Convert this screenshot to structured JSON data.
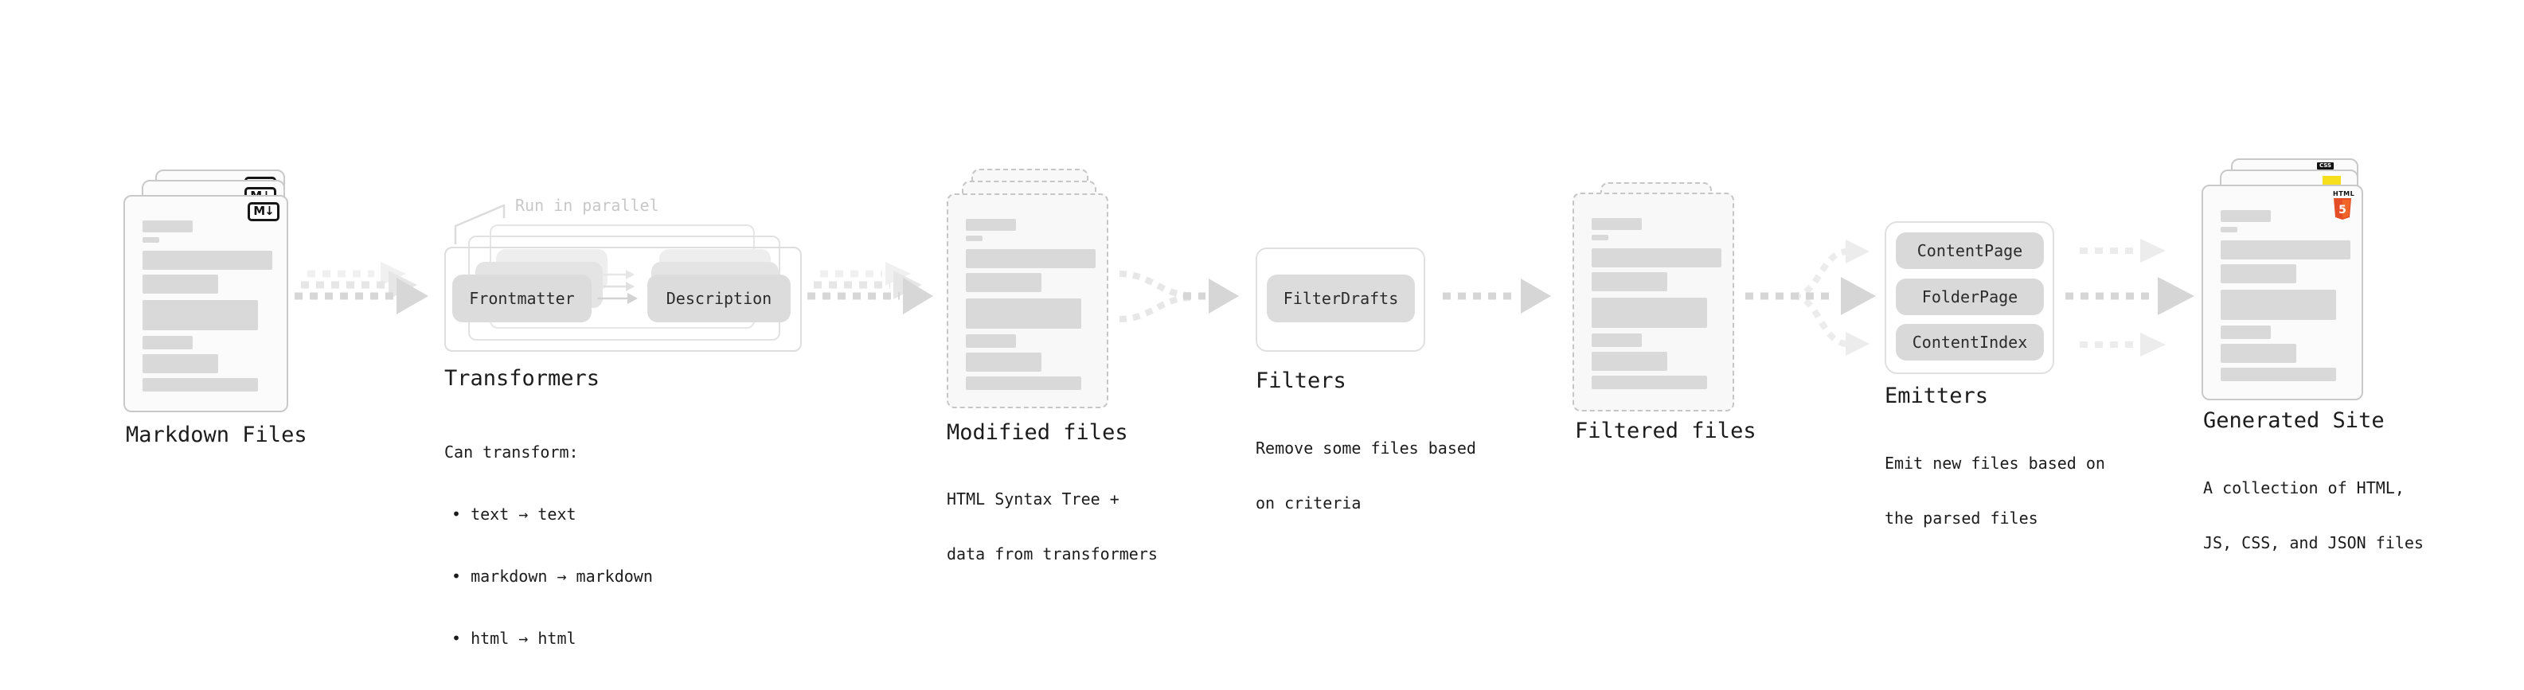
{
  "stages": {
    "markdown_files": {
      "title": "Markdown Files",
      "badge": "M↓"
    },
    "transformers": {
      "title": "Transformers",
      "annotation": "Run in parallel",
      "step1": "Frontmatter",
      "step2": "Description",
      "desc_heading": "Can transform:",
      "bullets": [
        "• text → text",
        "• markdown → markdown",
        "• html → html"
      ]
    },
    "modified_files": {
      "title": "Modified files",
      "desc": [
        "HTML Syntax Tree +",
        "data from transformers"
      ]
    },
    "filters": {
      "title": "Filters",
      "pill": "FilterDrafts",
      "desc": [
        "Remove some files based",
        "on criteria"
      ]
    },
    "filtered_files": {
      "title": "Filtered files"
    },
    "emitters": {
      "title": "Emitters",
      "pills": [
        "ContentPage",
        "FolderPage",
        "ContentIndex"
      ],
      "desc": [
        "Emit new files based on",
        "the parsed files"
      ]
    },
    "generated_site": {
      "title": "Generated Site",
      "desc": [
        "A collection of HTML,",
        "JS, CSS, and JSON files"
      ],
      "badge_css": "CSS",
      "badge_html_label": "HTML",
      "badge_html_number": "5"
    }
  },
  "colors": {
    "html5_orange": "#e44d26",
    "html5_orange_light": "#f16529",
    "js_yellow": "#f7df1e",
    "css_blue": "#2f6be0",
    "doc_border": "#c9c9c9",
    "bar_fill": "#d9d9d9",
    "arrow_gray": "#d6d6d6",
    "annotation_gray": "#c8c8c8"
  }
}
